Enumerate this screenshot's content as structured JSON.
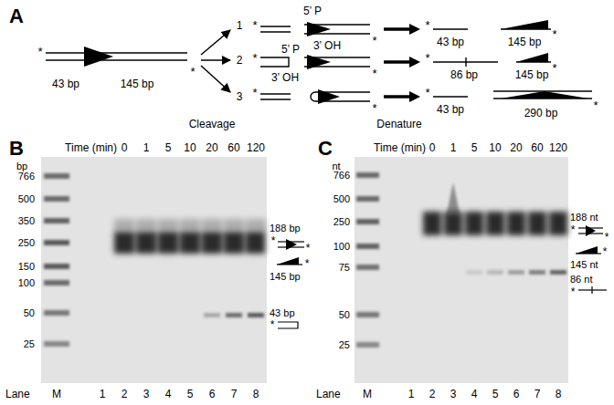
{
  "diagram": {
    "labels": [
      "A",
      "*",
      "*",
      "43 bp",
      "145 bp",
      "1",
      "2",
      "3",
      "Cleavage",
      "*",
      "5’ P",
      "3’ OH",
      "*",
      "*",
      "43 bp",
      "*",
      "145 bp",
      "5’ P",
      "*",
      "3’ OH",
      "*",
      "*",
      "86 bp",
      "*",
      "145 bp",
      "*",
      "*",
      "*",
      "43 bp",
      "*",
      "290 bp",
      "Denature",
      "B",
      "Time (min)",
      "0",
      "1",
      "5",
      "10",
      "20",
      "60",
      "120",
      "bp",
      "766",
      "500",
      "350",
      "250",
      "150",
      "100",
      "50",
      "25",
      "188 bp",
      "*",
      "*",
      "*",
      "145 bp",
      "43 bp",
      "*",
      "Lane",
      "M",
      "1",
      "2",
      "3",
      "4",
      "5",
      "6",
      "7",
      "8",
      "C",
      "Time (min)",
      "0",
      "1",
      "5",
      "10",
      "20",
      "60",
      "120",
      "nt",
      "766",
      "500",
      "250",
      "100",
      "75",
      "50",
      "25",
      "188 nt",
      "*",
      "*",
      "*",
      "145 nt",
      "86 nt",
      "*",
      "Lane",
      "M",
      "1",
      "2",
      "3",
      "4",
      "5",
      "6",
      "7",
      "8"
    ]
  }
}
